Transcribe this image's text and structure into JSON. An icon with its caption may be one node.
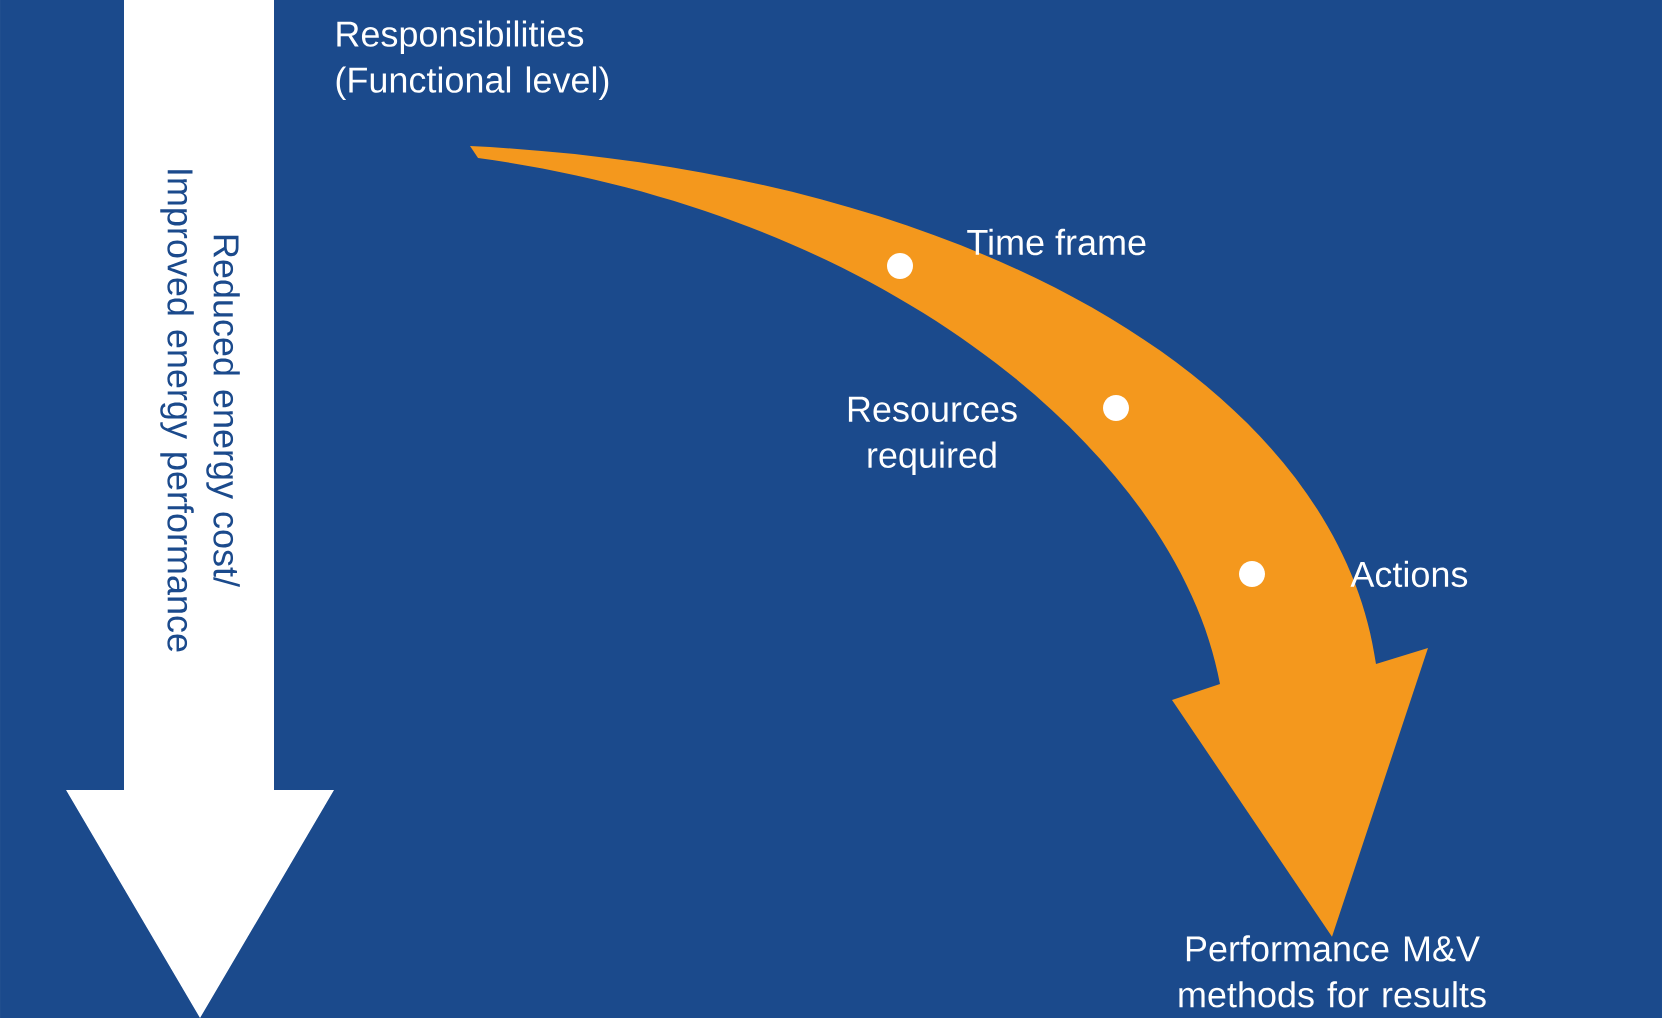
{
  "diagram": {
    "nodes": [
      {
        "text": [
          "Responsibilities (Functional level)"
        ]
      },
      {
        "text": [
          "Performance M&V methods for results"
        ]
      },
      {
        "text": [
          "Reduced energy cost/ Improved energy performance"
        ]
      }
    ],
    "edges": [
      {
        "from": 0,
        "to": 1,
        "arrow": "to",
        "style": "thick",
        "color": "#f4981d"
      }
    ],
    "labels": [
      "Time frame",
      "Resources required",
      "Actions"
    ]
  }
}
